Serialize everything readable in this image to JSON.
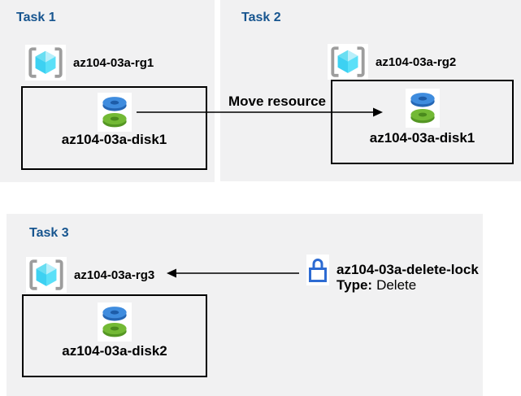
{
  "diagram": {
    "kind": "azure-lab-architecture",
    "colors": {
      "panel_bg": "#f1f1f2",
      "title_blue": "#17558F",
      "arrow": "#000000",
      "bracket_gray": "#9D9D9D",
      "cube_top_left": "#69DEF2",
      "cube_top_right": "#B8EFFA",
      "cube_front_left": "#3DD1F2",
      "cube_front_right": "#5BE0F8",
      "disk_blue_top": "#3F8CDE",
      "disk_blue_side": "#2566B4",
      "disk_blue_hole": "#1D5CA8",
      "disk_green_top": "#73B935",
      "disk_green_side": "#549623",
      "disk_green_hole": "#4A8A1D",
      "lock_blue": "#2D6BD2"
    }
  },
  "tasks": [
    {
      "title": "Task 1",
      "resource_group": "az104-03a-rg1",
      "disk": "az104-03a-disk1"
    },
    {
      "title": "Task 2",
      "resource_group": "az104-03a-rg2",
      "disk": "az104-03a-disk1"
    },
    {
      "title": "Task 3",
      "resource_group": "az104-03a-rg3",
      "disk": "az104-03a-disk2"
    }
  ],
  "move_arrow": {
    "label": "Move resource"
  },
  "lock": {
    "name": "az104-03a-delete-lock",
    "type_label": "Type:",
    "type_value": "Delete"
  },
  "icons": {
    "resource_group": "resource-group-icon",
    "disk": "managed-disk-icon",
    "lock": "lock-icon"
  }
}
